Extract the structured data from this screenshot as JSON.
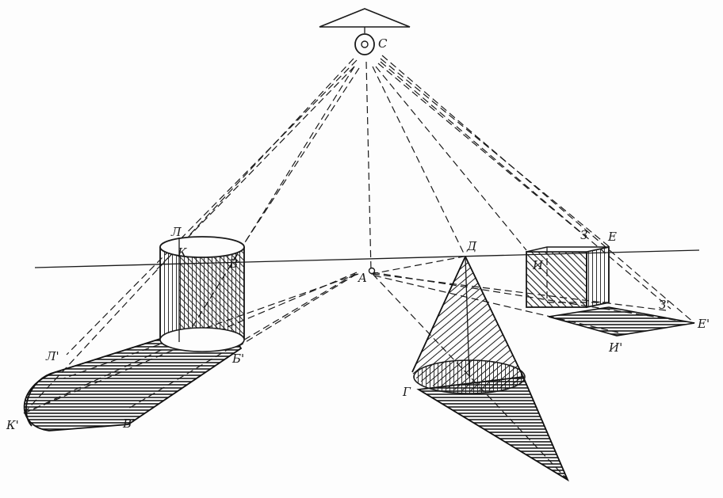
{
  "labels": {
    "lamp": "C",
    "foot": "A",
    "cyl_top_left": "Л",
    "cyl_top_k": "К",
    "cyl_top_right": "В",
    "shadow_l": "Л'",
    "shadow_k": "К'",
    "shadow_v": "В'",
    "shadow_b": "Б'",
    "cone_apex": "Д",
    "cone_base": "Г",
    "cube_z": "З",
    "cube_e": "Е",
    "cube_i": "И",
    "shadow_z": "З'",
    "shadow_e": "Е'",
    "shadow_i": "И'"
  },
  "colors": {
    "ink": "#1a1a1a",
    "paper": "#fdfdfd"
  }
}
